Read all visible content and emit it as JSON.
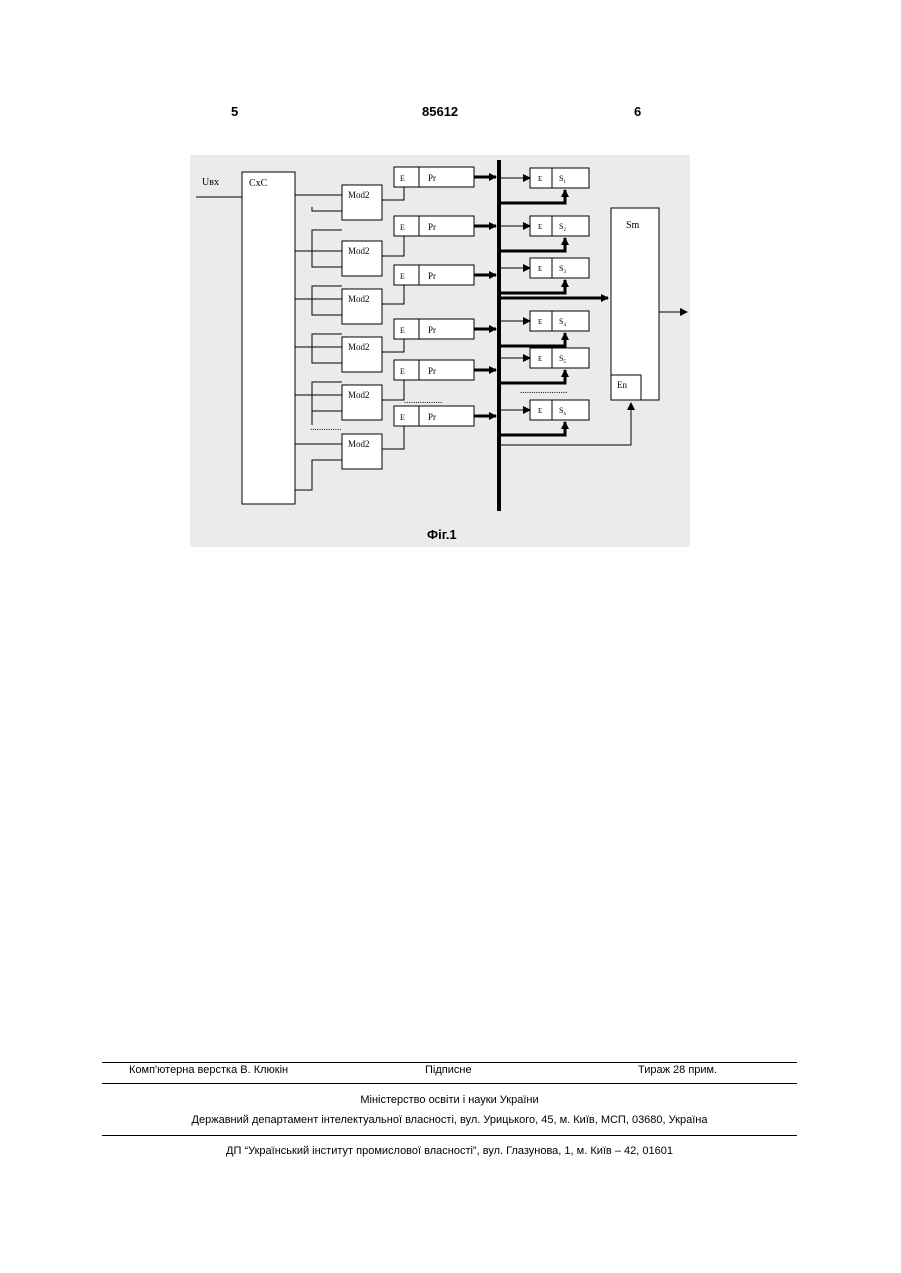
{
  "header": {
    "page_left": "5",
    "doc_number": "85612",
    "page_right": "6"
  },
  "figure": {
    "caption": "Фіг.1",
    "input_label": "Uвх",
    "cxc_label": "CxC",
    "sm_label": "Sm",
    "en_label": "En",
    "mod_label": "Mod2",
    "e_label": "E",
    "pr_label": "Pr",
    "mod_count": 6,
    "registers": [
      {
        "e": "E",
        "pr": "Pr"
      },
      {
        "e": "E",
        "pr": "Pr"
      },
      {
        "e": "E",
        "pr": "Pr"
      },
      {
        "e": "E",
        "pr": "Pr"
      },
      {
        "e": "E",
        "pr": "Pr"
      },
      {
        "e": "E",
        "pr": "Pr"
      }
    ],
    "s_blocks": [
      {
        "e": "E",
        "s": "S",
        "sub": "1"
      },
      {
        "e": "E",
        "s": "S",
        "sub": "2"
      },
      {
        "e": "E",
        "s": "S",
        "sub": "3"
      },
      {
        "e": "E",
        "s": "S",
        "sub": "4"
      },
      {
        "e": "E",
        "s": "S",
        "sub": "5"
      },
      {
        "e": "E",
        "s": "S",
        "sub": "n"
      }
    ]
  },
  "footer": {
    "layout_by": "Комп'ютерна верстка В. Клюкін",
    "signed": "Підписне",
    "circulation": "Тираж 28 прим.",
    "ministry": "Міністерство освіти і науки України",
    "department": "Державний департамент інтелектуальної власності, вул. Урицького, 45, м. Київ, МСП, 03680, Україна",
    "institute": "ДП “Український інститут промислової власності”, вул. Глазунова, 1, м. Київ – 42, 01601"
  }
}
